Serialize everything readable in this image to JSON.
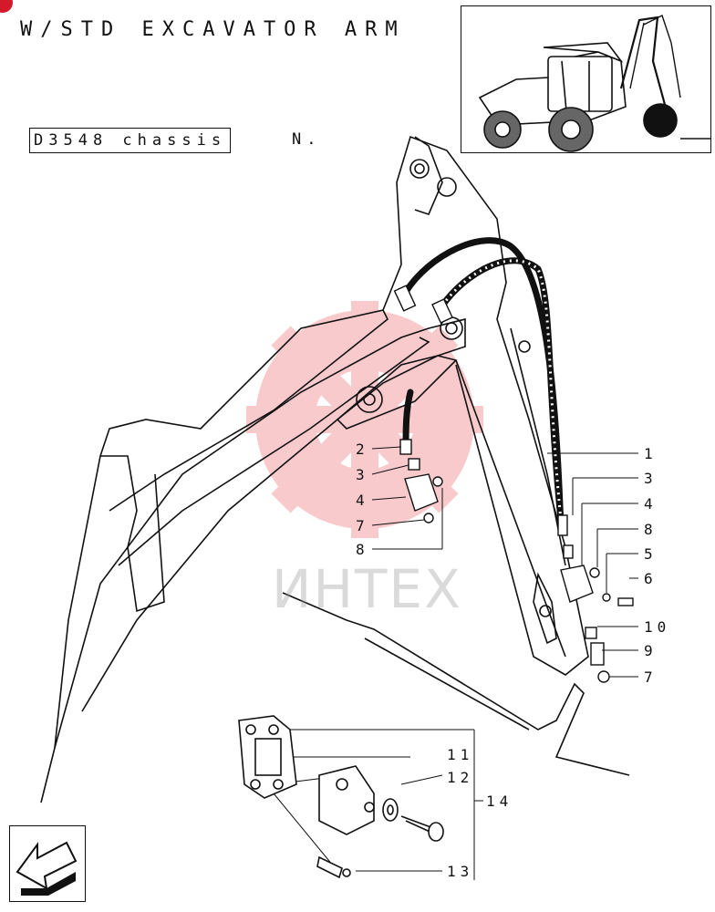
{
  "header": {
    "title": "W/STD EXCAVATOR ARM",
    "chassis_label": "D3548 chassis",
    "chassis_suffix": "N."
  },
  "watermark": {
    "text": "ИНТЕХ",
    "logo_color": "#e8303a"
  },
  "callouts": {
    "left": [
      "2",
      "3",
      "4",
      "7",
      "8"
    ],
    "right": [
      "1",
      "3",
      "4",
      "8",
      "5",
      "6",
      "10",
      "9",
      "7"
    ],
    "bottom": [
      "11",
      "12",
      "14",
      "13"
    ]
  },
  "icons": {
    "nav": "back-arrow-icon",
    "thumbnail": "backhoe-machine-icon"
  }
}
